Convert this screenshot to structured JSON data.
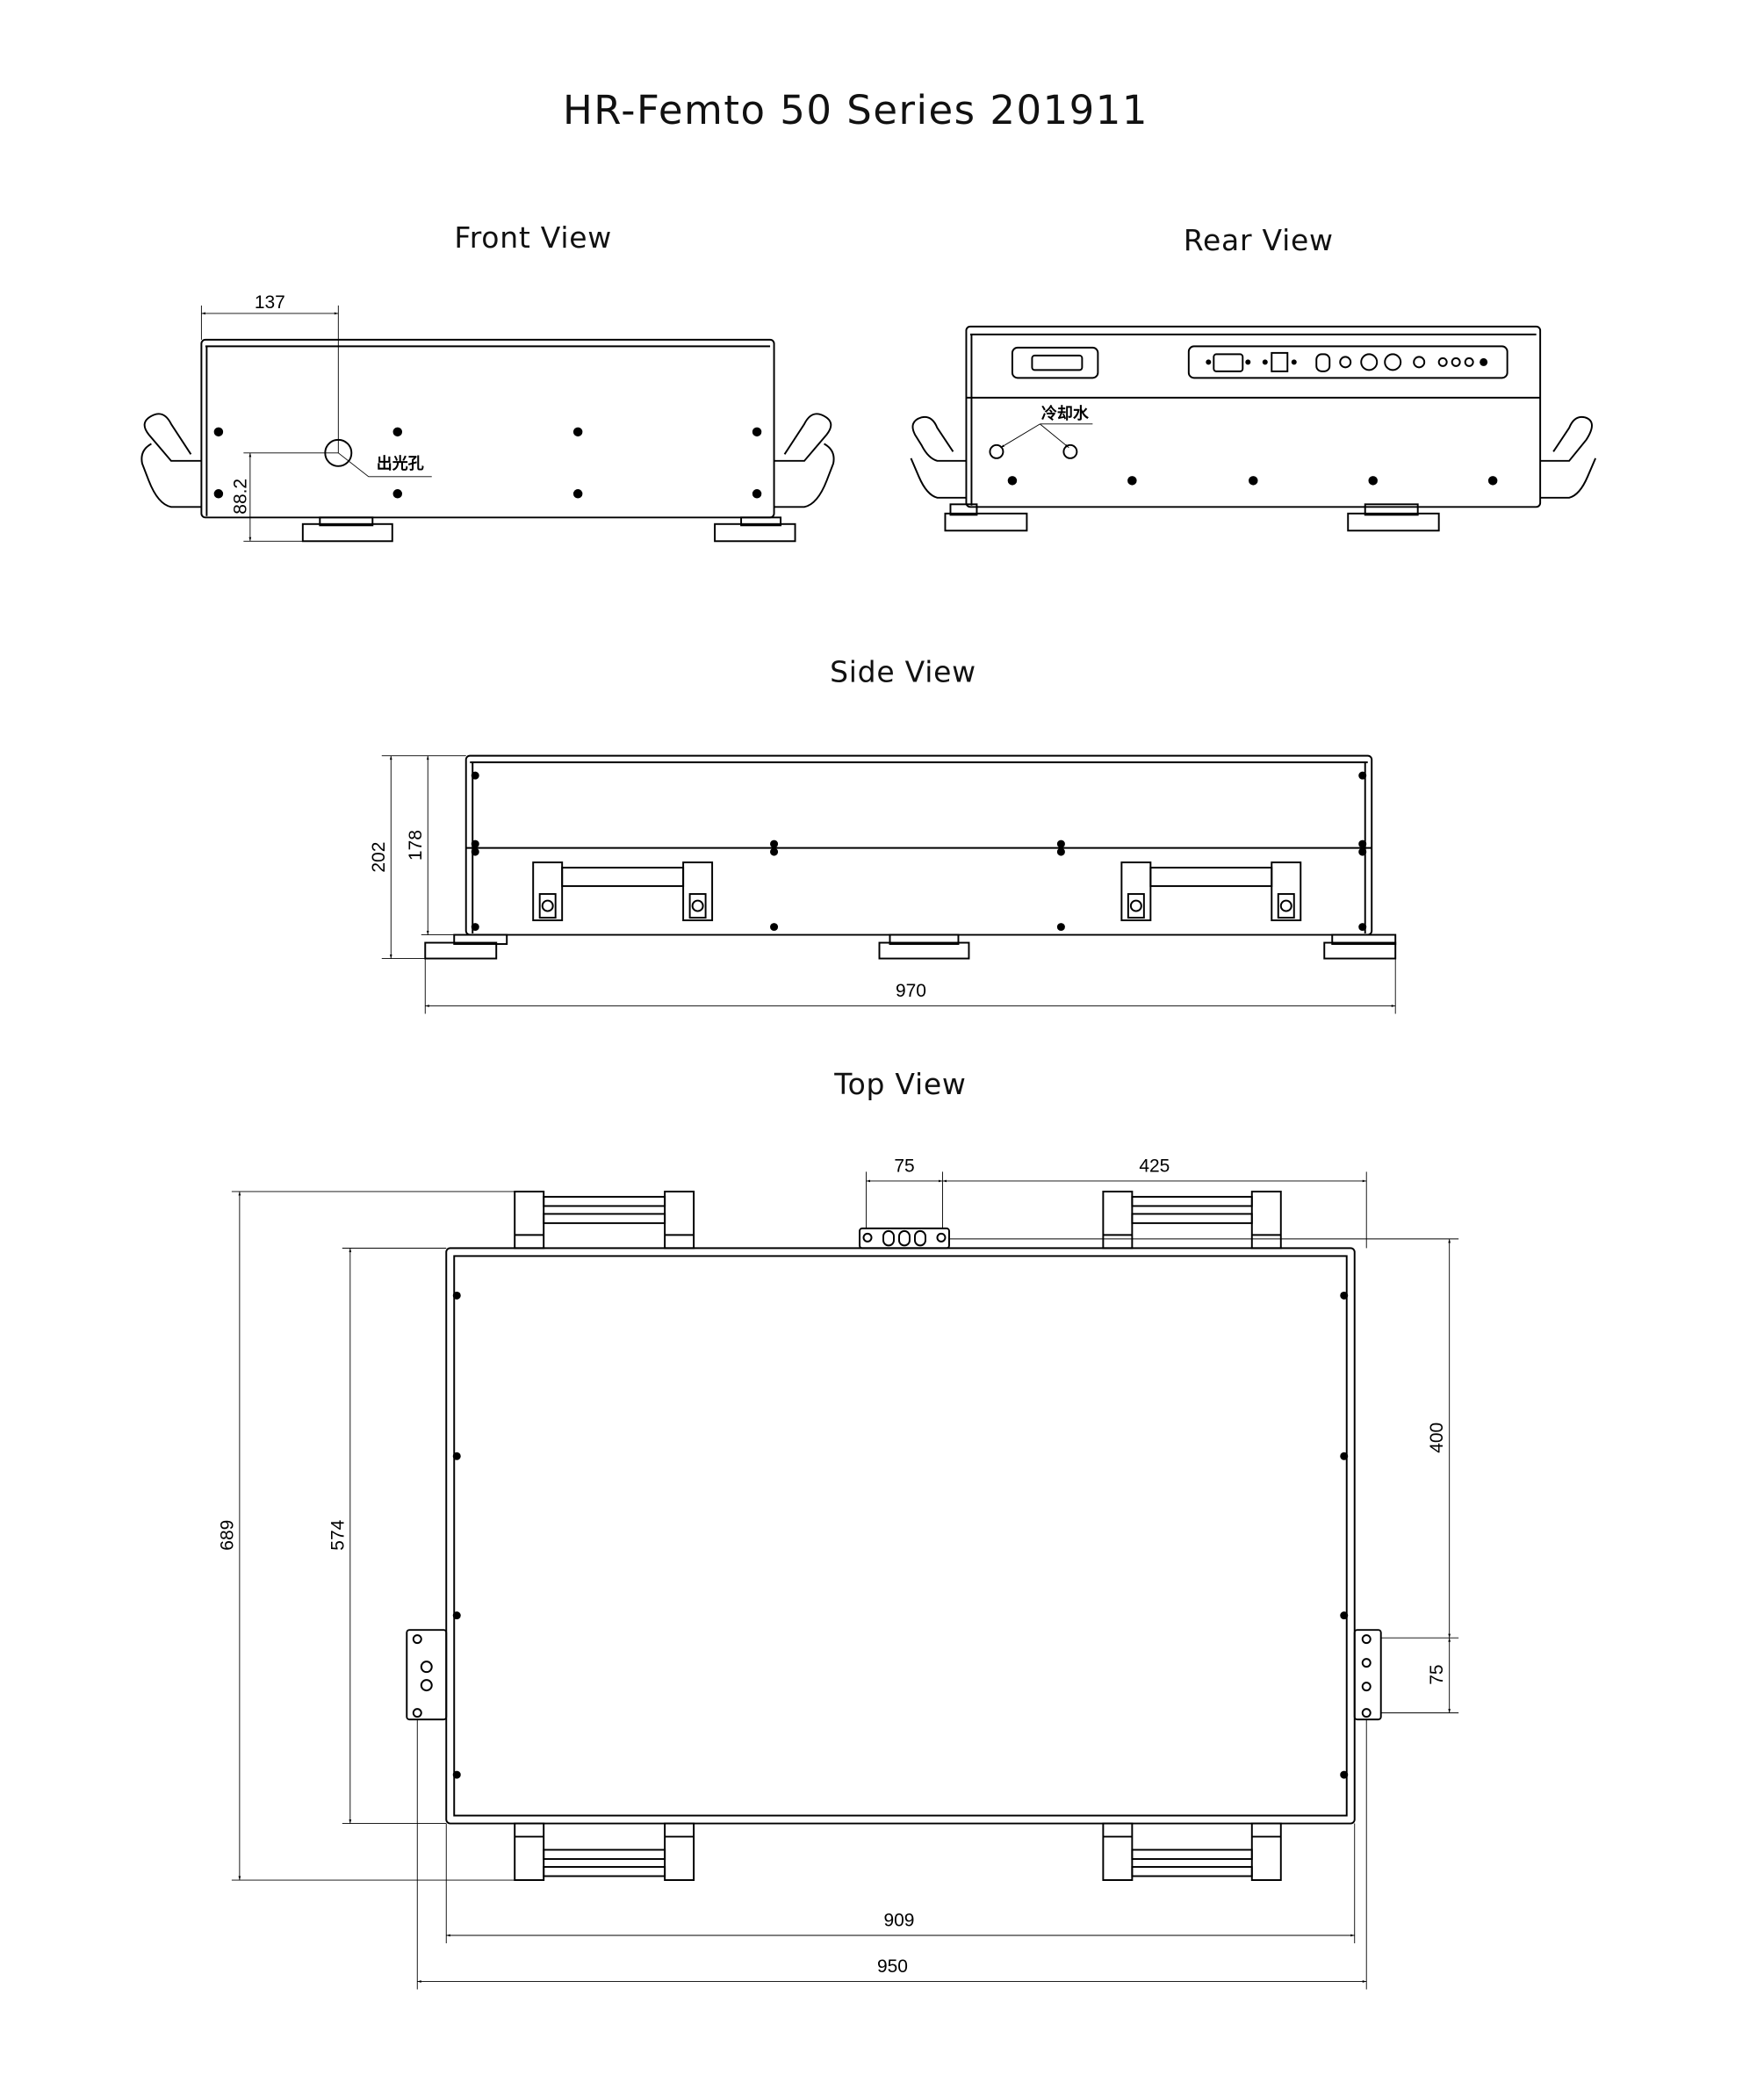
{
  "title": "HR-Femto 50 Series 201911",
  "views": {
    "front": {
      "label": "Front View",
      "dim_width": "137",
      "dim_height": "88.2",
      "aperture_label": "出光孔"
    },
    "rear": {
      "label": "Rear View",
      "cooling_label": "冷却水"
    },
    "side": {
      "label": "Side View",
      "dim_total_height": "202",
      "dim_body_height": "178",
      "dim_length": "970"
    },
    "top": {
      "label": "Top View",
      "dim_bracket": "75",
      "dim_offset": "425",
      "dim_overall_depth": "689",
      "dim_body_depth": "574",
      "dim_right_400": "400",
      "dim_right_75": "75",
      "dim_body_width": "909",
      "dim_overall_width": "950"
    }
  }
}
